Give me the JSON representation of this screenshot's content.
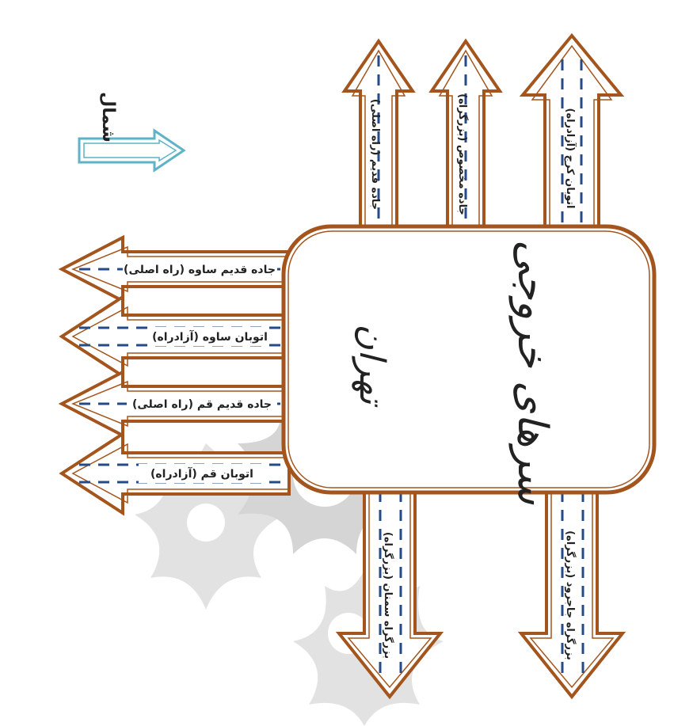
{
  "north_label": "شمال",
  "center": {
    "title": "سرهای خروجی",
    "subtitle": "تهران"
  },
  "colors": {
    "road_stroke": "#a3551d",
    "lane_dash": "#264a87",
    "north_arrow": "#5fb3c6",
    "watermark": "#c8c8c8"
  },
  "roads": {
    "top": [
      {
        "label": "جاده قدیم (راه اصلی)"
      },
      {
        "label": "جاده مخصوص (بزرگراه)"
      },
      {
        "label": "اتوبان کرج (آزادراه)"
      }
    ],
    "left": [
      {
        "label": "جاده قدیم ساوه (راه اصلی)"
      },
      {
        "label": "اتوبان ساوه (آزادراه)"
      },
      {
        "label": "جاده قدیم قم (راه اصلی)"
      },
      {
        "label": "اتوبان قم (آزادراه)"
      }
    ],
    "bottom": [
      {
        "label": "بزرگراه سمنان (بزرگراه)"
      },
      {
        "label": "بزرگراه جاجرود (بزرگراه)"
      }
    ]
  }
}
